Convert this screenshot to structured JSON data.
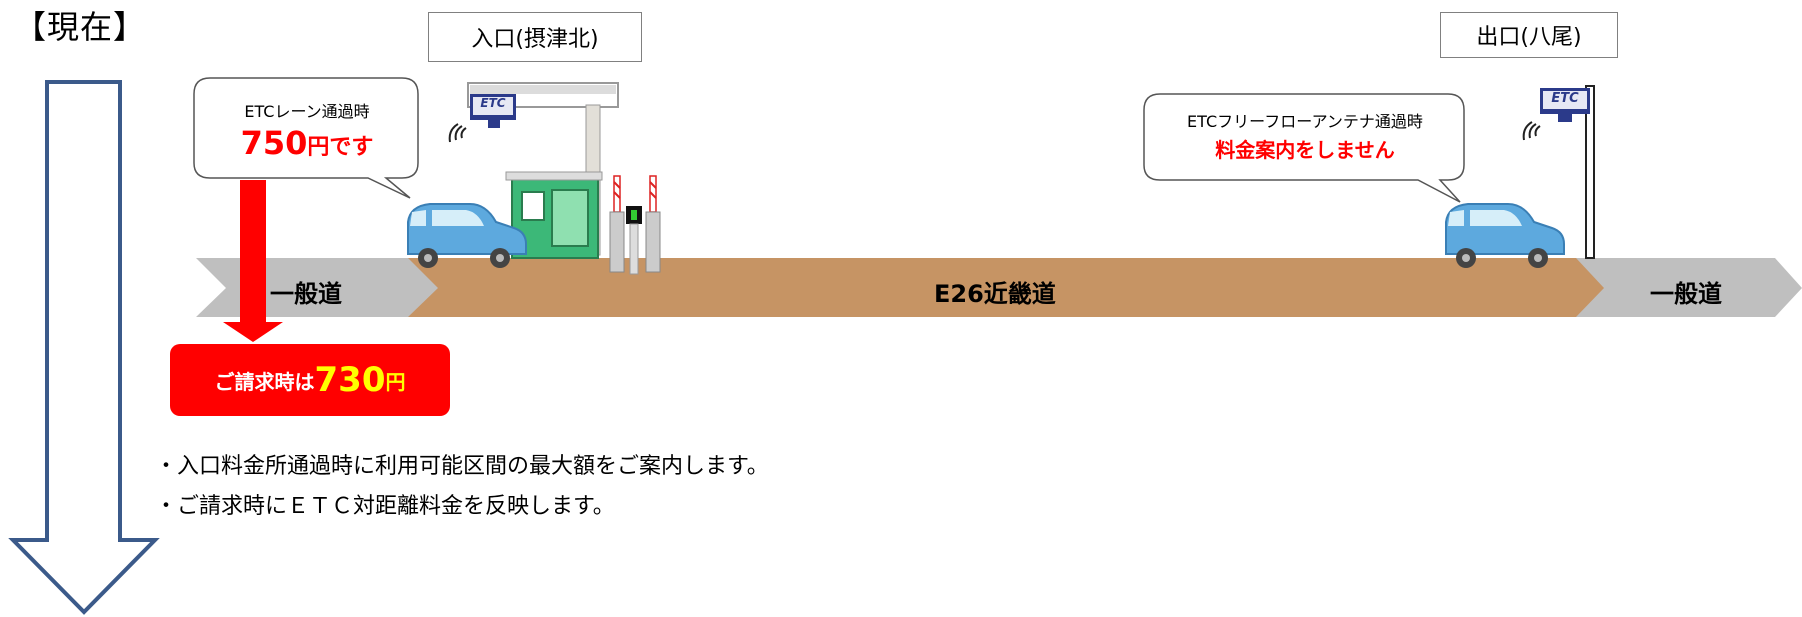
{
  "heading": "【現在】",
  "entrance_label": "入口(摂津北)",
  "exit_label": "出口(八尾)",
  "etc_sign": "ETC",
  "road": {
    "left_segment": "一般道",
    "expressway": "E26近畿道",
    "right_segment": "一般道"
  },
  "entrance_bubble": {
    "line1": "ETCレーン通過時",
    "amount": "750",
    "unit_suffix": "円です"
  },
  "exit_bubble": {
    "line1": "ETCフリーフローアンテナ通過時",
    "line2": "料金案内をしません"
  },
  "invoice": {
    "prefix": "ご請求時は",
    "amount": "730",
    "unit": "円"
  },
  "notes": [
    "・入口料金所通過時に利用可能区間の最大額をご案内します。",
    "・ご請求時にＥＴＣ対距離料金を反映します。"
  ],
  "colors": {
    "road_expressway": "#c69464",
    "road_general": "#bfbfbf",
    "arrow_outline": "#3b5a8a",
    "fare_red": "#ff0000",
    "fare_yellow": "#ffff00",
    "car_blue": "#5da9de",
    "booth_green": "#3cb878"
  }
}
